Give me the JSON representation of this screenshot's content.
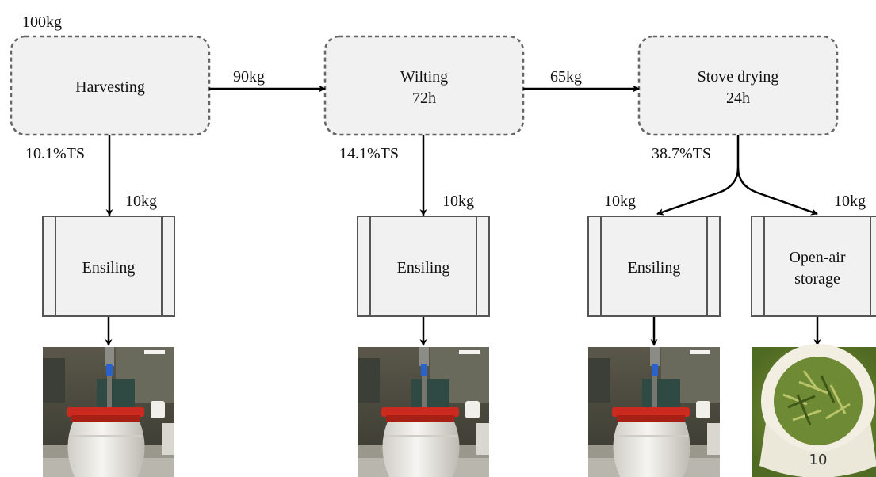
{
  "process": {
    "initial_mass": "100kg",
    "steps": [
      {
        "line1": "Harvesting",
        "line2": "",
        "ts": "10.1%TS",
        "next_mass": "90kg"
      },
      {
        "line1": "Wilting",
        "line2": "72h",
        "ts": "14.1%TS",
        "next_mass": "65kg"
      },
      {
        "line1": "Stove drying",
        "line2": "24h",
        "ts": "38.7%TS",
        "next_mass": ""
      }
    ]
  },
  "storage": [
    {
      "mass": "10kg",
      "line1": "Ensiling",
      "line2": "",
      "photo": "silo-drum-photo"
    },
    {
      "mass": "10kg",
      "line1": "Ensiling",
      "line2": "",
      "photo": "silo-drum-photo"
    },
    {
      "mass": "10kg",
      "line1": "Ensiling",
      "line2": "",
      "photo": "silo-drum-photo"
    },
    {
      "mass": "10kg",
      "line1": "Open-air",
      "line2": "storage",
      "photo": "open-bucket-photo"
    }
  ],
  "colors": {
    "box_fill": "#f1f1f1",
    "dashed_stroke": "#666666",
    "solid_stroke": "#555555",
    "arrow": "#000000",
    "drum_lid": "#cc2a1e",
    "drum_body": "#ecebe6",
    "grass": "#6e8a32"
  }
}
